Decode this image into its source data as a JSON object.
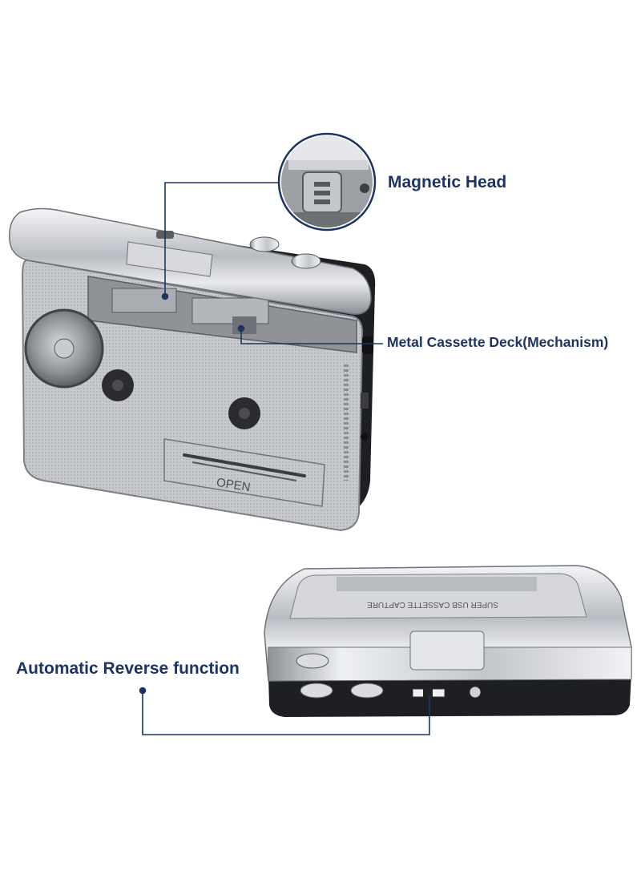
{
  "callouts": {
    "magnetic_head": "Magnetic Head",
    "cassette_deck": "Metal Cassette Deck(Mechanism)",
    "auto_reverse": "Automatic Reverse function"
  },
  "device": {
    "door_label": "OPEN",
    "top_label": "SUPER USB CASSETTE CAPTURE"
  },
  "colors": {
    "callout_text": "#1d3461",
    "leader_line": "#1d3461",
    "silver": "#c9ccd1",
    "chrome_dark": "#6e7278",
    "body_black": "#1e1f22"
  }
}
